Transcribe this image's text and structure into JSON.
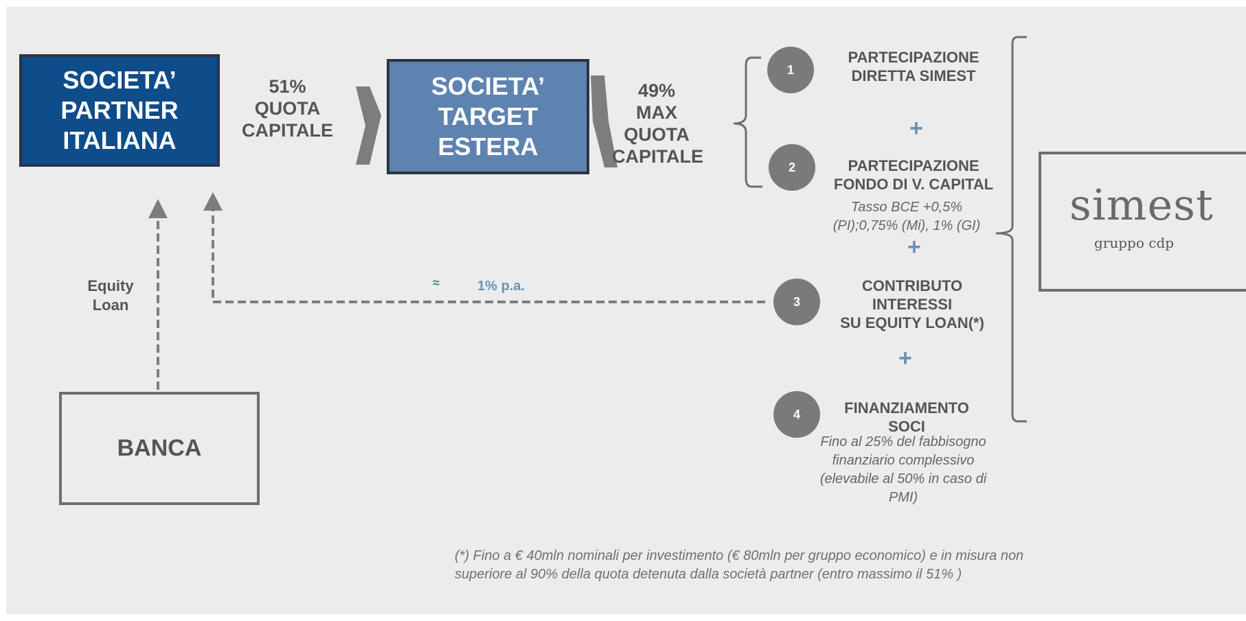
{
  "partner_box": {
    "label": "SOCIETA’\nPARTNER\nITALIANA"
  },
  "target_box": {
    "label": "SOCIETA’\nTARGET\nESTERA"
  },
  "banca_box": {
    "label": "BANCA"
  },
  "left_share": {
    "label": "51%\nQUOTA\nCAPITALE"
  },
  "right_share": {
    "label": "49%\nMAX\nQUOTA\nCAPITALE"
  },
  "equity_loan": {
    "label": "Equity\nLoan"
  },
  "rate_note": {
    "symbol": "≈",
    "label": "1% p.a."
  },
  "options": [
    {
      "number": "1",
      "title": "PARTECIPAZIONE\nDIRETTA SIMEST",
      "note": ""
    },
    {
      "number": "2",
      "title": "PARTECIPAZIONE\nFONDO DI V. CAPITAL",
      "note": "Tasso BCE +0,5%\n(PI);0,75% (Mi), 1% (GI)"
    },
    {
      "number": "3",
      "title": "CONTRIBUTO\nINTERESSI\nSU EQUITY LOAN(*)",
      "note": ""
    },
    {
      "number": "4",
      "title": "FINANZIAMENTO\nSOCI",
      "note": "Fino al 25% del fabbisogno\nfinanziario complessivo\n(elevabile al 50% in caso di\nPMI)"
    }
  ],
  "plus_sign": "+",
  "logo": {
    "name": "simest",
    "subtitle": "gruppo cdp",
    "flag_colors": [
      "#2ea043",
      "#ffffff",
      "#d62828"
    ]
  },
  "footnote": "(*) Fino a € 40mln nominali per  investimento (€ 80mln per gruppo economico) e in misura non\nsuperiore al 90% della quota detenuta dalla società partner (entro  massimo il 51% )",
  "colors": {
    "partner": "#0f4c8a",
    "target": "#5e83b1",
    "accent": "#6f91b5",
    "grey": "#7a7a7a"
  }
}
